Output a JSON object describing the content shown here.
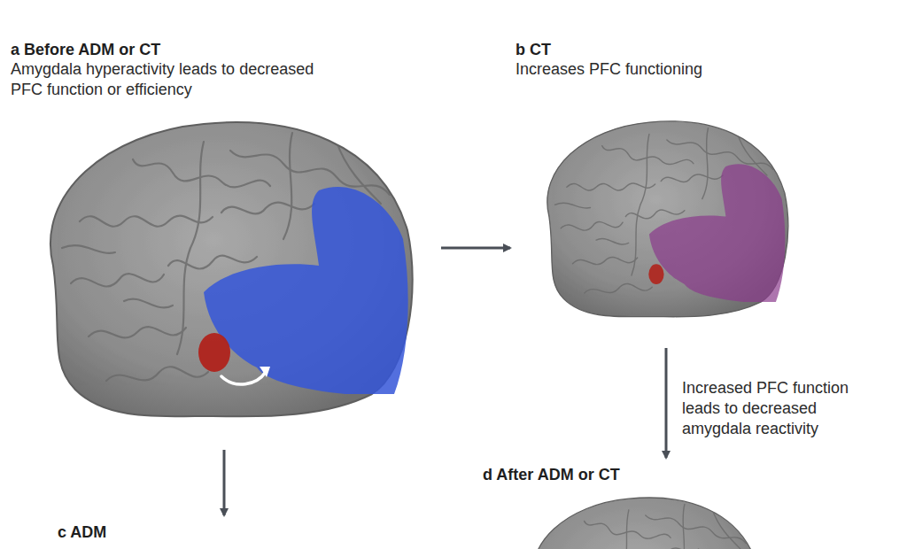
{
  "diagram": {
    "nodes": [
      {
        "text": [
          "a Before ADM or CT",
          "Amygdala hyperactivity leads to decreased PFC function or efficiency"
        ]
      },
      {
        "text": [
          "b CT",
          "Increases PFC functioning"
        ]
      },
      {
        "text": [
          "c ADM"
        ]
      },
      {
        "text": [
          "d After ADM or CT"
        ]
      }
    ],
    "edges": [
      {
        "from": 0,
        "to": 1,
        "arrow": "to"
      },
      {
        "from": 1,
        "to": 3,
        "label": "Increased PFC function leads to decreased amygdala reactivity",
        "arrow": "to"
      },
      {
        "from": 0,
        "to": 2,
        "arrow": "to"
      }
    ]
  }
}
